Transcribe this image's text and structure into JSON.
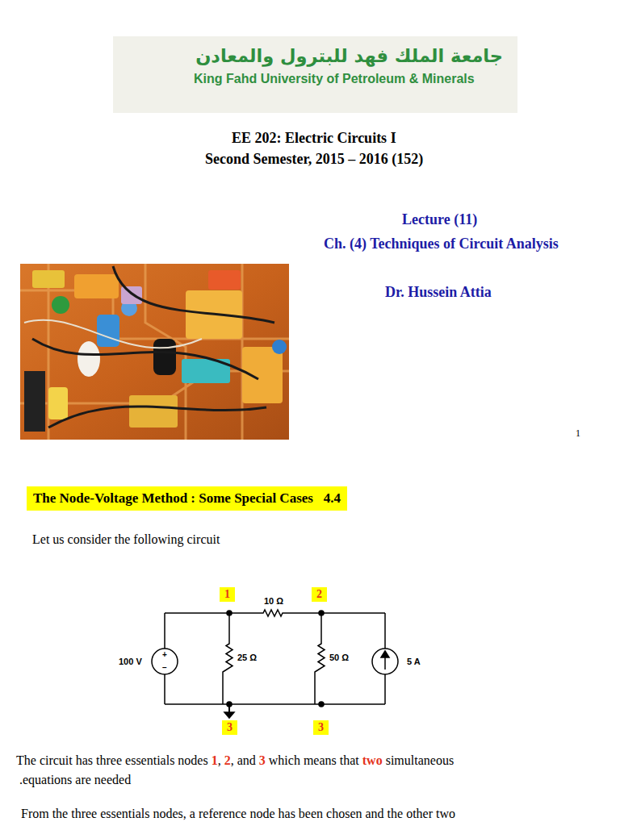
{
  "diagram": {
    "title": "EE 202: Electric Circuits I",
    "nodes": [
      {
        "text": [
          "جامعة الملك فهد للبترول والمعادن",
          "King Fahd University of Petroleum & Minerals"
        ]
      },
      {
        "text": [
          "The Node-Voltage Method : Some Special Cases   4.4"
        ]
      },
      {
        "text": [
          "1"
        ]
      },
      {
        "text": [
          "2"
        ]
      },
      {
        "text": [
          "3"
        ]
      },
      {
        "text": [
          "3"
        ]
      }
    ],
    "labels": [
      "Second Semester, 2015 – 2016 (152)",
      "Lecture (11)",
      "Ch. (4) Techniques of Circuit Analysis",
      "Dr. Hussein Attia",
      "1",
      "Let us consider the following circuit",
      "10 Ω",
      "100 V",
      "+",
      "−",
      "25 Ω",
      "50 Ω",
      "5 A",
      "The circuit has three essentials nodes",
      "1",
      ",",
      "2",
      ", and",
      "3",
      "which means that",
      "two",
      "simultaneous",
      ".equations are needed",
      "From the three essentials nodes, a reference node has been chosen and the other two"
    ]
  }
}
